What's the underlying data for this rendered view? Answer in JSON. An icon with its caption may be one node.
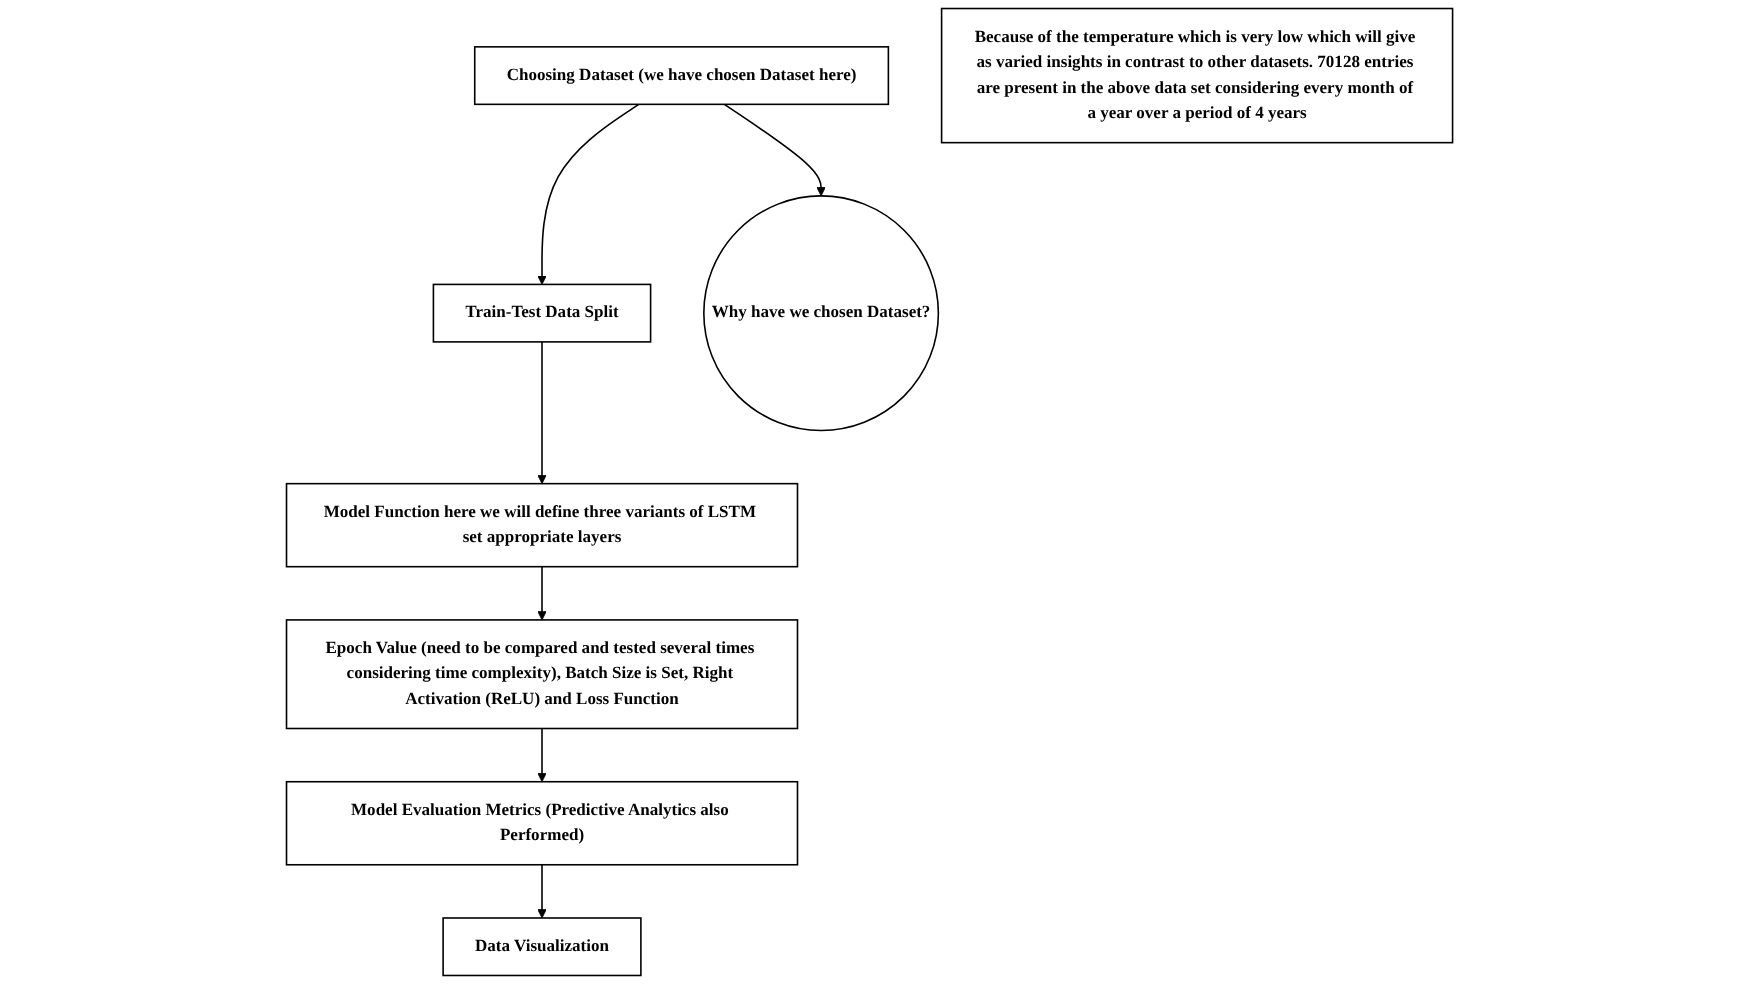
{
  "diagram": {
    "nodes": [
      {
        "text": [
          "Choosing Dataset (we have chosen Dataset here)"
        ]
      },
      {
        "text": [
          "Train-Test Data Split"
        ]
      },
      {
        "text": [
          "Model Function here we will define three variants of LSTM set appropriate layers"
        ]
      },
      {
        "text": [
          "Epoch Value (need to be compared and tested several times considering time complexity), Batch Size is Set, Right Activation (ReLU) and Loss Function"
        ]
      },
      {
        "text": [
          "Model Evaluation Metrics (Predictive Analytics also Performed)"
        ]
      },
      {
        "text": [
          "Data Visualization"
        ]
      },
      {
        "text": [
          "Why have we chosen Dataset?"
        ]
      },
      {
        "text": [
          "Because of the temperature which is very low which will give as varied insights in contrast to other datasets. 70128 entries are present in the above data set considering every month of a year over a period of 4 years"
        ]
      }
    ],
    "edges": [
      {
        "from": 0,
        "to": 1,
        "arrow": "to"
      },
      {
        "from": 1,
        "to": 2,
        "arrow": "to"
      },
      {
        "from": 2,
        "to": 3,
        "arrow": "to"
      },
      {
        "from": 3,
        "to": 4,
        "arrow": "to"
      },
      {
        "from": 4,
        "to": 5,
        "arrow": "to"
      },
      {
        "from": 0,
        "to": 6,
        "arrow": "to"
      }
    ]
  }
}
